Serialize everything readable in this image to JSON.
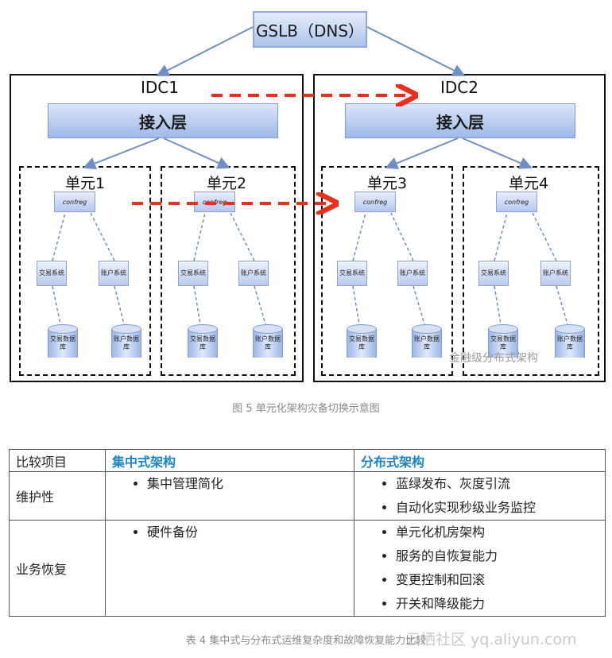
{
  "diagram": {
    "gslb": "GSLB（DNS）",
    "idcs": [
      {
        "title": "IDC1",
        "access_layer": "接入层",
        "units": [
          {
            "title": "单元1",
            "confreg": "confreg",
            "trade_sys": "交易系统",
            "account_sys": "账户系统",
            "trade_db": "交易数据库",
            "account_db": "账户数据库"
          },
          {
            "title": "单元2",
            "confreg": "confreg",
            "trade_sys": "交易系统",
            "account_sys": "账户系统",
            "trade_db": "交易数据库",
            "account_db": "账户数据库"
          }
        ]
      },
      {
        "title": "IDC2",
        "access_layer": "接入层",
        "units": [
          {
            "title": "单元3",
            "confreg": "confreg",
            "trade_sys": "交易系统",
            "account_sys": "账户系统",
            "trade_db": "交易数据库",
            "account_db": "账户数据库"
          },
          {
            "title": "单元4",
            "confreg": "confreg",
            "trade_sys": "交易系统",
            "account_sys": "账户系统",
            "trade_db": "交易数据库",
            "account_db": "账户数据库"
          }
        ]
      }
    ],
    "watermark": "金融级分布式架构",
    "caption": "图 5 单元化架构灾备切换示意图",
    "colors": {
      "failover_arrow": "#e8301c",
      "arrow": "#6f8fc4",
      "box_fill": "#b4c8ee"
    }
  },
  "table": {
    "headers": [
      "比较项目",
      "集中式架构",
      "分布式架构"
    ],
    "rows": [
      {
        "item": "维护性",
        "centralized": [
          "集中管理简化"
        ],
        "distributed": [
          "蓝绿发布、灰度引流",
          "自动化实现秒级业务监控"
        ]
      },
      {
        "item": "业务恢复",
        "centralized": [
          "硬件备份"
        ],
        "distributed": [
          "单元化机房架构",
          "服务的自恢复能力",
          "变更控制和回滚",
          "开关和降级能力"
        ]
      }
    ],
    "header_color": "#1a86c8",
    "caption": "表 4 集中式与分布式运维复杂度和故障恢复能力比较",
    "watermark": "云栖社区 yq.aliyun.com"
  }
}
